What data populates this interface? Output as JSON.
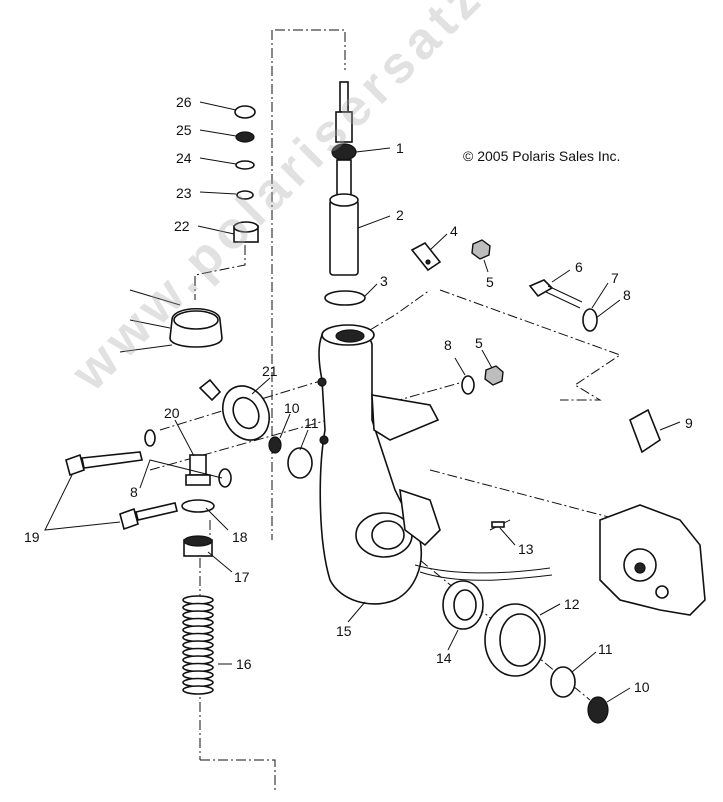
{
  "copyright": "© 2005 Polaris Sales Inc.",
  "watermark": "www.polarisersatzteile.de",
  "callouts": [
    {
      "id": "c1",
      "text": "1"
    },
    {
      "id": "c2",
      "text": "2"
    },
    {
      "id": "c3",
      "text": "3"
    },
    {
      "id": "c4",
      "text": "4"
    },
    {
      "id": "c5a",
      "text": "5"
    },
    {
      "id": "c5b",
      "text": "5"
    },
    {
      "id": "c6",
      "text": "6"
    },
    {
      "id": "c7",
      "text": "7"
    },
    {
      "id": "c8a",
      "text": "8"
    },
    {
      "id": "c8b",
      "text": "8"
    },
    {
      "id": "c8c",
      "text": "8"
    },
    {
      "id": "c9",
      "text": "9"
    },
    {
      "id": "c10a",
      "text": "10"
    },
    {
      "id": "c10b",
      "text": "10"
    },
    {
      "id": "c11a",
      "text": "11"
    },
    {
      "id": "c11b",
      "text": "11"
    },
    {
      "id": "c12",
      "text": "12"
    },
    {
      "id": "c13",
      "text": "13"
    },
    {
      "id": "c14",
      "text": "14"
    },
    {
      "id": "c15",
      "text": "15"
    },
    {
      "id": "c16",
      "text": "16"
    },
    {
      "id": "c17",
      "text": "17"
    },
    {
      "id": "c18",
      "text": "18"
    },
    {
      "id": "c19",
      "text": "19"
    },
    {
      "id": "c20",
      "text": "20"
    },
    {
      "id": "c21",
      "text": "21"
    },
    {
      "id": "c22",
      "text": "22"
    },
    {
      "id": "c23",
      "text": "23"
    },
    {
      "id": "c24",
      "text": "24"
    },
    {
      "id": "c25",
      "text": "25"
    },
    {
      "id": "c26",
      "text": "26"
    }
  ]
}
